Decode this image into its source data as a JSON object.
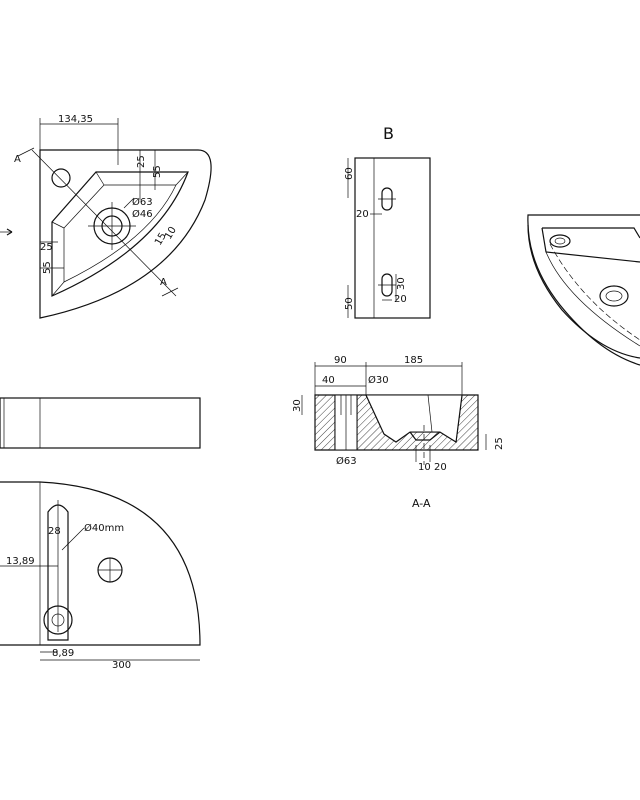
{
  "top_view": {
    "dim_width": "134,35",
    "dim_25_top": "25",
    "dim_55_top": "55",
    "dim_d63": "Ø63",
    "dim_d46": "Ø46",
    "dim_25_left": "25",
    "dim_55_left": "55",
    "dim_15": "15",
    "dim_10": "10",
    "section_mark_a_top": "A",
    "section_mark_a_bottom": "A"
  },
  "side_view": {
    "label": "B",
    "dim_60": "60",
    "dim_20_upper": "20",
    "dim_30": "30",
    "dim_20_lower": "20",
    "dim_50": "50"
  },
  "section_view": {
    "dim_90": "90",
    "dim_185": "185",
    "dim_40": "40",
    "dim_d30": "Ø30",
    "dim_30_left": "30",
    "dim_25_right": "25",
    "dim_d63": "Ø63",
    "dim_10": "10",
    "dim_20": "20",
    "label": "A-A"
  },
  "bottom_view": {
    "dim_28": "28",
    "dim_40mm": "Ø40mm",
    "dim_13_89": "13,89",
    "dim_8_89": "8,89",
    "dim_300": "300"
  }
}
